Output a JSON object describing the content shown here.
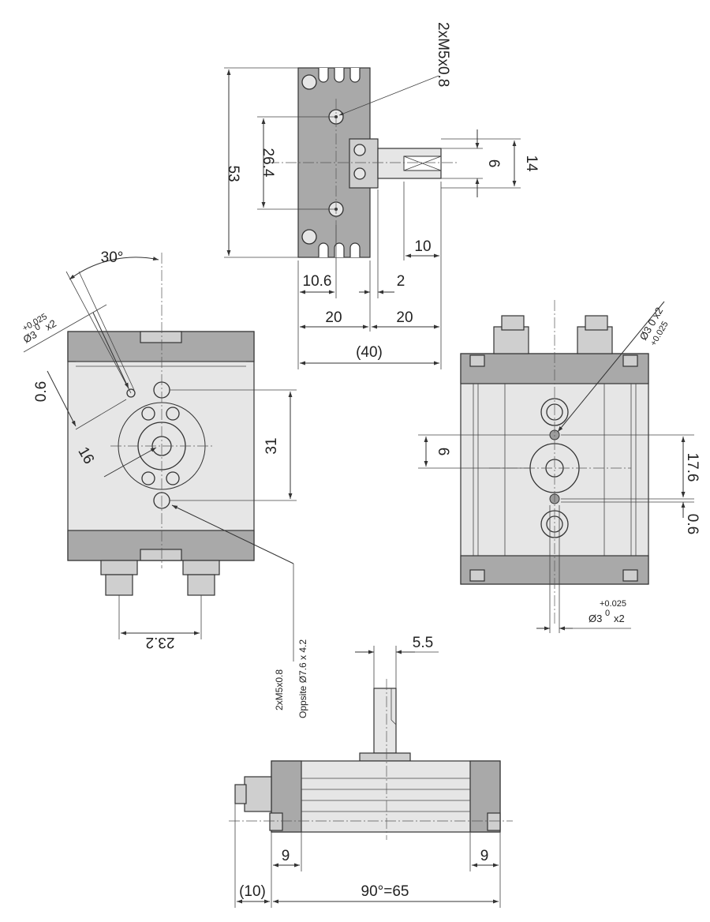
{
  "dimensions": {
    "side_view": {
      "thread_callout": "2xM5x0.8",
      "height": "53",
      "hole_spacing": "26.4",
      "shaft_flat": "6",
      "shaft_width": "14",
      "shaft_length": "10",
      "offset_left": "10.6",
      "shoulder": "2",
      "half_left": "20",
      "half_right": "20",
      "overall": "(40)"
    },
    "front_view": {
      "angle": "30°",
      "pin_tol_upper": "+0.025",
      "pin_tol_lower": "0",
      "pin_callout_prefix": "Ø3",
      "pin_callout_suffix": "x2",
      "pin_depth": "0.6",
      "bore_dia": "16",
      "hole_spacing": "31",
      "port_spacing": "23.2",
      "port_thread": "2xM5x0.8",
      "counterbore": "Oppsite Ø7.6 x 4.2"
    },
    "rear_view": {
      "pin_callout_rot": "Ø3  0  x2",
      "pin_tol_rot": "+0.025",
      "pin_offset": "6",
      "pin_spacing": "17.6",
      "pin_depth": "0.6",
      "pin_tol_upper": "+0.025",
      "pin_tol_lower": "0",
      "pin_callout_prefix": "Ø3",
      "pin_callout_suffix": "x2"
    },
    "bottom_view": {
      "shaft_offset": "5.5",
      "end_left": "9",
      "end_right": "9",
      "port_protrusion": "(10)",
      "rotation_stroke": "90°=65"
    }
  }
}
